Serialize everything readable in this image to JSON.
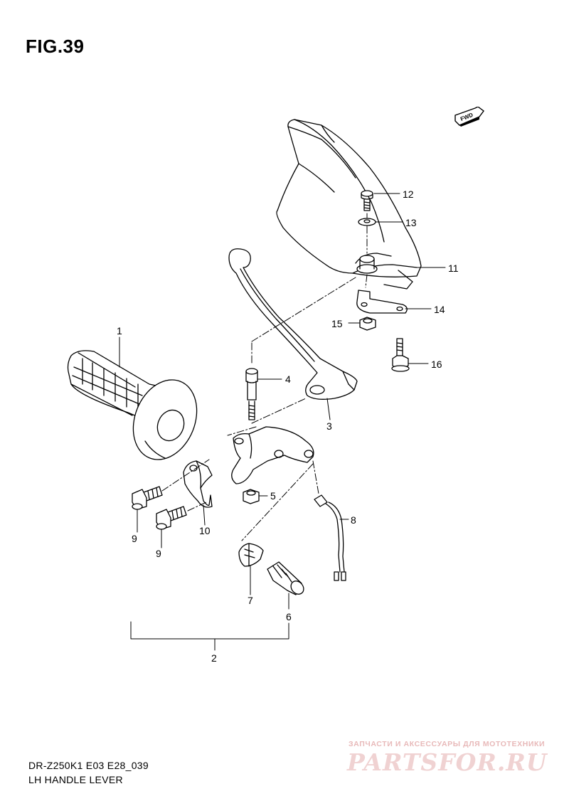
{
  "figure": {
    "title": "FIG.39"
  },
  "direction_badge": {
    "text": "FWD"
  },
  "part_numbers": {
    "p1": "1",
    "p2": "2",
    "p3": "3",
    "p4": "4",
    "p5": "5",
    "p6": "6",
    "p7": "7",
    "p8": "8",
    "p9a": "9",
    "p9b": "9",
    "p10": "10",
    "p11": "11",
    "p12": "12",
    "p13": "13",
    "p14": "14",
    "p15": "15",
    "p16": "16"
  },
  "footer": {
    "model_code": "DR-Z250K1 E03 E28_039",
    "section_name": "LH HANDLE LEVER"
  },
  "watermark": {
    "tagline": "ЗАПЧАСТИ И АКСЕССУАРЫ ДЛЯ МОТОТЕХНИКИ",
    "brand": "PARTSFOR.RU"
  },
  "colors": {
    "line": "#000000",
    "watermark": "#f0d2d2",
    "background": "#ffffff"
  }
}
